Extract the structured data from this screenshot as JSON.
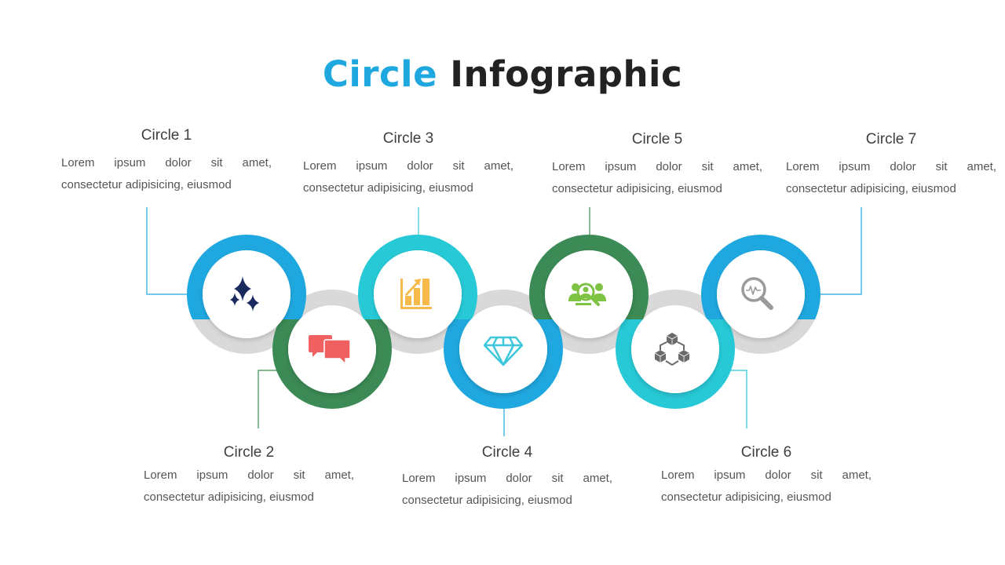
{
  "title": {
    "accent": "Circle",
    "rest": "Infographic",
    "accent_color": "#1fa8e0"
  },
  "colors": {
    "blue": "#1fa8e0",
    "teal": "#27c9d6",
    "green": "#3c8a55",
    "grey": "#d9d9d9"
  },
  "steps": [
    {
      "label": "Circle 1",
      "line1": "Lorem ipsum dolor sit amet,",
      "line2": "consectetur adipisicing, eiusmod",
      "icon": "sparkles-icon",
      "icon_color": "#1b2a5e",
      "ring_color": "#1fa8e0"
    },
    {
      "label": "Circle 2",
      "line1": "Lorem ipsum dolor sit amet,",
      "line2": "consectetur adipisicing, eiusmod",
      "icon": "chat-bubbles-icon",
      "icon_color": "#f06060",
      "ring_color": "#3c8a55"
    },
    {
      "label": "Circle 3",
      "line1": "Lorem ipsum dolor sit amet,",
      "line2": "consectetur adipisicing, eiusmod",
      "icon": "bar-chart-growth-icon",
      "icon_color": "#f7b94a",
      "ring_color": "#27c9d6"
    },
    {
      "label": "Circle 4",
      "line1": "Lorem ipsum dolor sit amet,",
      "line2": "consectetur adipisicing, eiusmod",
      "icon": "diamond-icon",
      "icon_color": "#3ec6da",
      "ring_color": "#1fa8e0"
    },
    {
      "label": "Circle 5",
      "line1": "Lorem ipsum dolor sit amet,",
      "line2": "consectetur adipisicing, eiusmod",
      "icon": "people-search-icon",
      "icon_color": "#7dc242",
      "ring_color": "#3c8a55"
    },
    {
      "label": "Circle 6",
      "line1": "Lorem ipsum dolor sit amet,",
      "line2": "consectetur adipisicing, eiusmod",
      "icon": "blocks-network-icon",
      "icon_color": "#6b6b6b",
      "ring_color": "#27c9d6"
    },
    {
      "label": "Circle 7",
      "line1": "Lorem ipsum dolor sit amet,",
      "line2": "consectetur adipisicing, eiusmod",
      "icon": "magnifier-pulse-icon",
      "icon_color": "#9a9a9a",
      "ring_color": "#1fa8e0"
    }
  ]
}
